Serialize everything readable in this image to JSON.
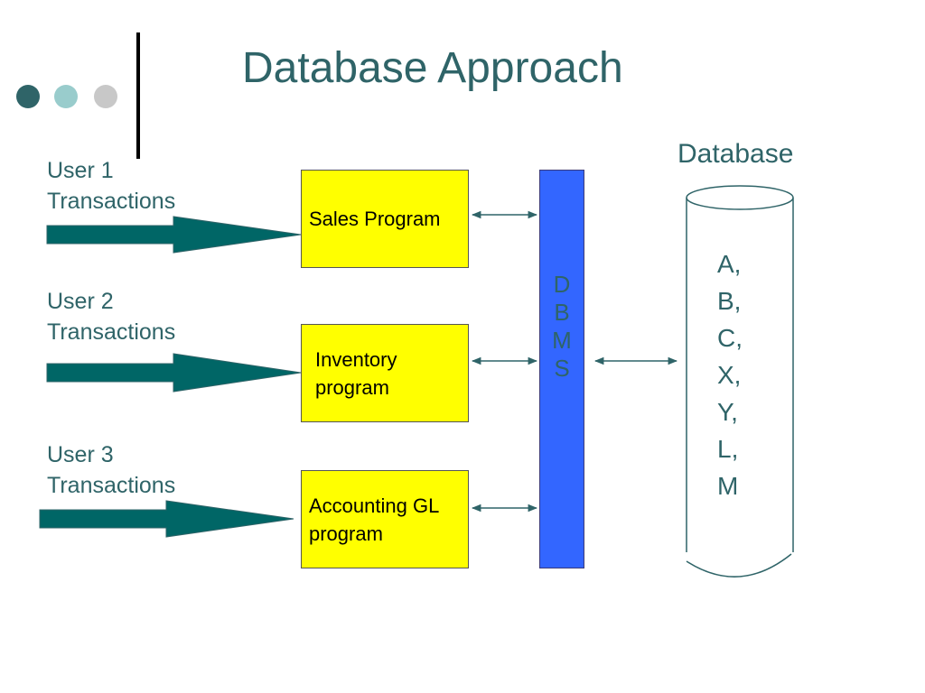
{
  "colors": {
    "title": "#2f6468",
    "arrow": "#006666",
    "program_box": "#ffff00",
    "dbms": "#3366ff",
    "dot1": "#2f6468",
    "dot2": "#99cccc",
    "dot3": "#c8c8c8"
  },
  "title": "Database Approach",
  "users": [
    {
      "line1": "User 1",
      "line2": "Transactions"
    },
    {
      "line1": "User 2",
      "line2": "Transactions"
    },
    {
      "line1": "User 3",
      "line2": "Transactions"
    }
  ],
  "programs": [
    {
      "line1": "Sales Program",
      "line2": ""
    },
    {
      "line1": "Inventory",
      "line2": "program"
    },
    {
      "line1": "Accounting GL",
      "line2": "program"
    }
  ],
  "dbms": {
    "letters": [
      "D",
      "B",
      "M",
      "S"
    ]
  },
  "database": {
    "label": "Database",
    "items": [
      "A,",
      "B,",
      "C,",
      "X,",
      "Y,",
      "L,",
      "M"
    ]
  }
}
